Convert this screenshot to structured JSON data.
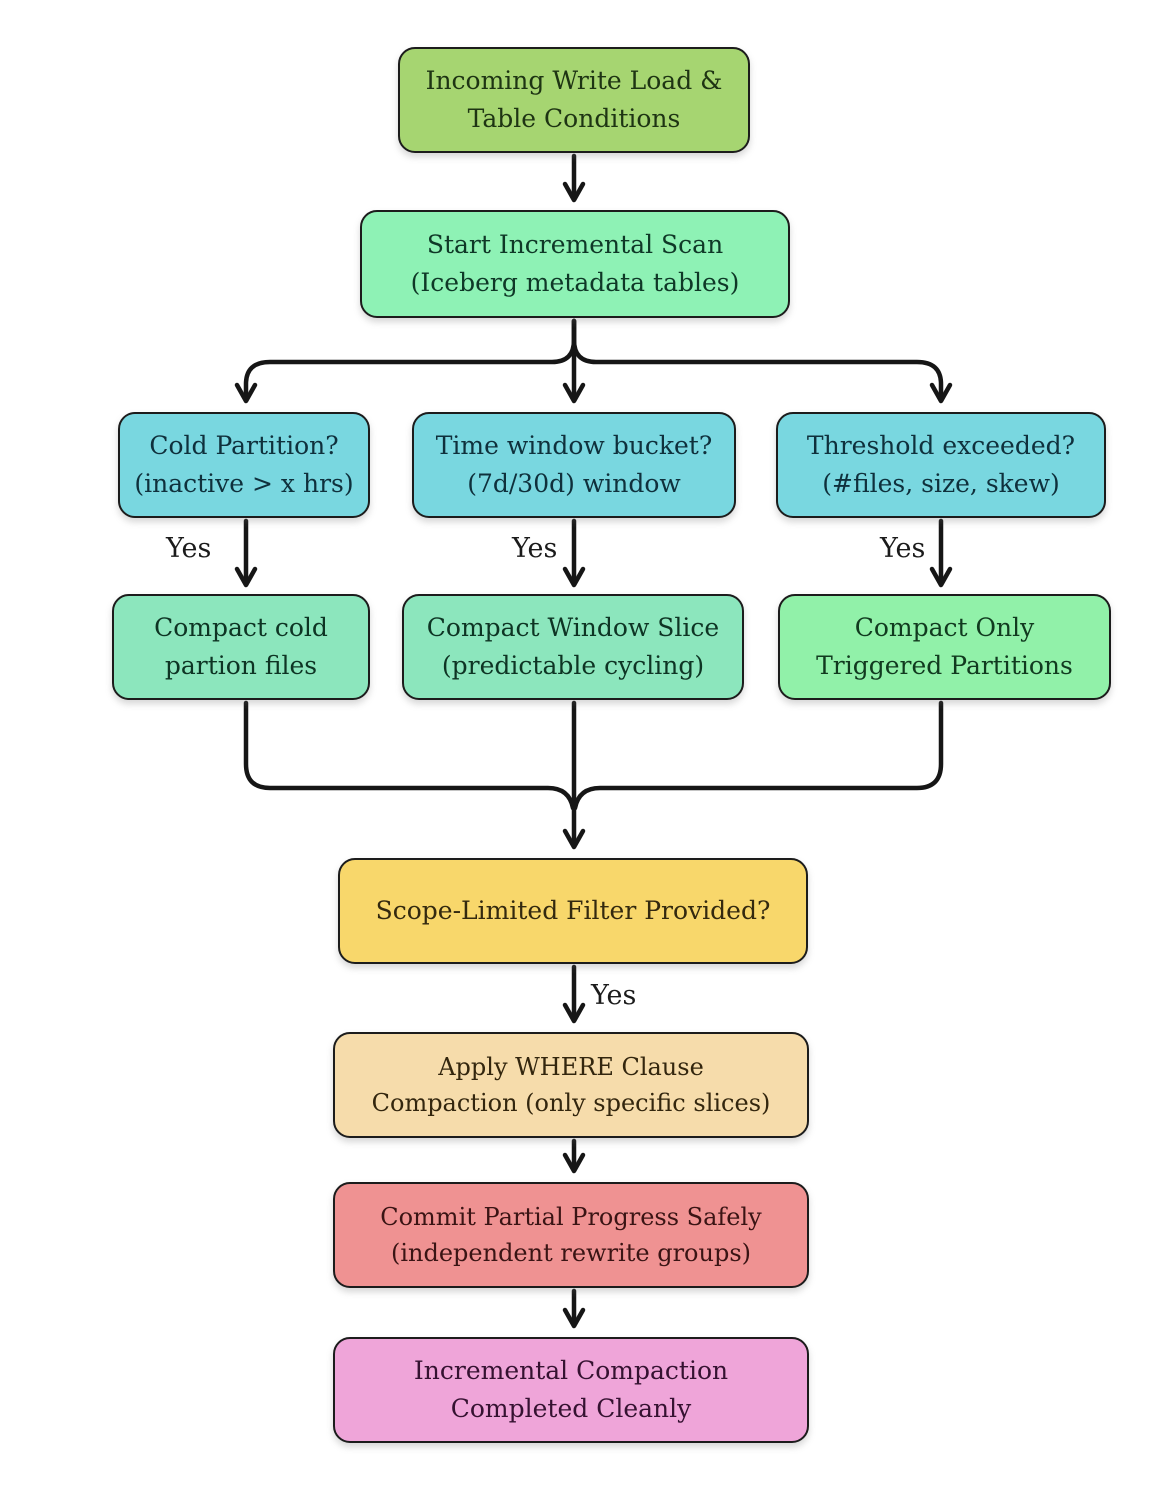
{
  "flowchart": {
    "title_implied": "Incremental compaction decision flow",
    "nodes": [
      {
        "id": "incoming",
        "line1": "Incoming Write Load &",
        "line2": "Table Conditions",
        "fill": "#a6d571"
      },
      {
        "id": "scan",
        "line1": "Start Incremental Scan",
        "line2": "(Iceberg metadata tables)",
        "fill": "#8ef2b5"
      },
      {
        "id": "cold",
        "line1": "Cold Partition?",
        "line2": "(inactive > x hrs)",
        "fill": "#79d7e0"
      },
      {
        "id": "window",
        "line1": "Time window bucket?",
        "line2": "(7d/30d) window",
        "fill": "#79d7e0"
      },
      {
        "id": "threshold",
        "line1": "Threshold exceeded?",
        "line2": "(#files, size, skew)",
        "fill": "#79d7e0"
      },
      {
        "id": "compact-cold",
        "line1": "Compact cold",
        "line2": "partion files",
        "fill": "#8ce6bd"
      },
      {
        "id": "compact-window",
        "line1": "Compact Window Slice",
        "line2": "(predictable cycling)",
        "fill": "#8ce6bd"
      },
      {
        "id": "compact-triggered",
        "line1": "Compact Only",
        "line2": "Triggered Partitions",
        "fill": "#91f1a9"
      },
      {
        "id": "scope",
        "line1": "Scope-Limited Filter Provided?",
        "line2": "",
        "fill": "#f8d76b"
      },
      {
        "id": "apply",
        "line1": "Apply WHERE Clause",
        "line2": "Compaction (only specific slices)",
        "fill": "#f6dcab"
      },
      {
        "id": "commit",
        "line1": "Commit Partial Progress Safely",
        "line2": "(independent rewrite groups)",
        "fill": "#ef9292"
      },
      {
        "id": "done",
        "line1": "Incremental Compaction",
        "line2": "Completed Cleanly",
        "fill": "#efa5d9"
      }
    ],
    "yes_labels": [
      "Yes",
      "Yes",
      "Yes",
      "Yes"
    ],
    "arrow_color": "#161616"
  }
}
